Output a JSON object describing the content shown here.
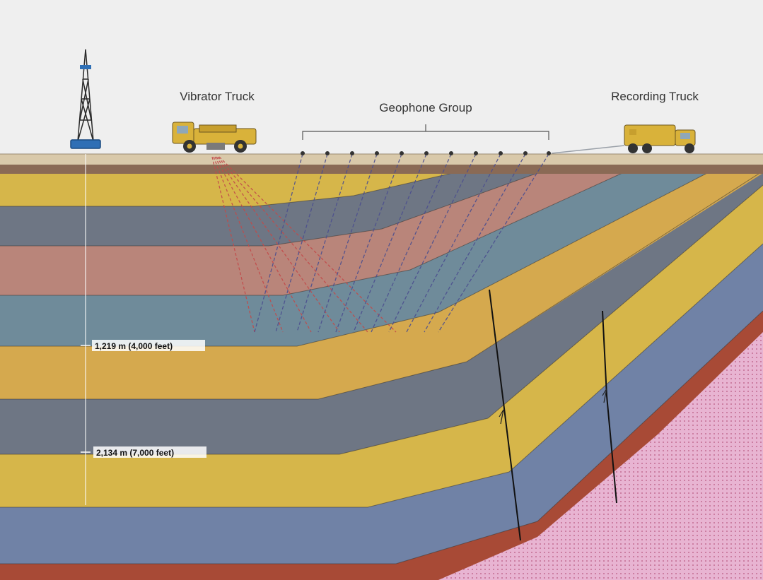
{
  "labels": {
    "vibrator_truck": "Vibrator Truck",
    "geophone_group": "Geophone Group",
    "recording_truck": "Recording Truck"
  },
  "depth_markers": [
    {
      "label": "1,219 m (4,000 feet)"
    },
    {
      "label": "2,134 m (7,000 feet)"
    }
  ],
  "colors": {
    "sky": "#efefef",
    "surface": "#d9c9aa",
    "soil": "#8a6a55",
    "yellow_layer": "#d6b64a",
    "slate_layer": "#6e7684",
    "rose_layer": "#b9857a",
    "teal_layer": "#6f8b9a",
    "tan_layer": "#d5a94e",
    "blue_layer": "#7082a6",
    "red_layer": "#a84a36",
    "basement": "#e8b4d2",
    "truck": "#d9b23a",
    "rig": "#2a2a2a",
    "ray_red": "#c24a4a",
    "ray_blue": "#4c4f8f"
  },
  "icons": [
    "drilling-rig-icon",
    "vibrator-truck-icon",
    "recording-truck-icon",
    "geophone-icon"
  ]
}
